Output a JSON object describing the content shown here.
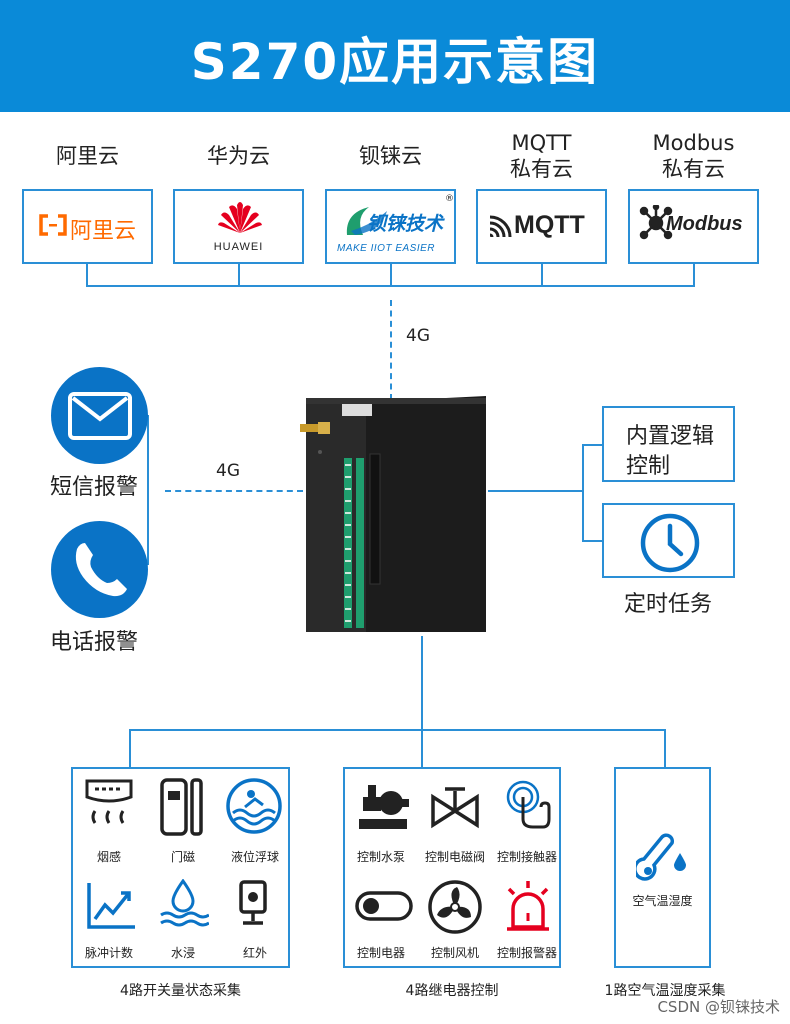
{
  "banner": {
    "title": "S270应用示意图"
  },
  "clouds": [
    {
      "label": "阿里云",
      "logo": "阿里云"
    },
    {
      "label": "华为云",
      "logo": "HUAWEI"
    },
    {
      "label": "钡铼云",
      "logo": "钡铼技术",
      "logo_sub": "MAKE IIOT EASIER",
      "logo_mark": "®"
    },
    {
      "label": "MQTT\n私有云",
      "logo": "MQTT"
    },
    {
      "label": "Modbus\n私有云",
      "logo": "Modbus"
    }
  ],
  "network": {
    "cloud_link": "4G",
    "sms_link": "4G"
  },
  "left": {
    "sms_label": "短信报警",
    "phone_label": "电话报警"
  },
  "right": {
    "logic_label_1": "内置逻辑",
    "logic_label_2": "控制",
    "timer_label": "定时任务"
  },
  "groups": {
    "switch": {
      "caption": "4路开关量状态采集",
      "items": [
        "烟感",
        "门磁",
        "液位浮球",
        "脉冲计数",
        "水浸",
        "红外"
      ]
    },
    "relay": {
      "caption": "4路继电器控制",
      "items": [
        "控制水泵",
        "控制电磁阀",
        "控制接触器",
        "控制电器",
        "控制风机",
        "控制报警器"
      ]
    },
    "sensor": {
      "caption": "1路空气温湿度采集",
      "items": [
        "空气温湿度"
      ]
    }
  },
  "watermark": "CSDN @钡铼技术",
  "colors": {
    "banner": "#0a8ad8",
    "line": "#2a8fd6",
    "circle": "#0a73c6",
    "device": "#1c1c1c",
    "terminal": "#1f9e6e"
  }
}
